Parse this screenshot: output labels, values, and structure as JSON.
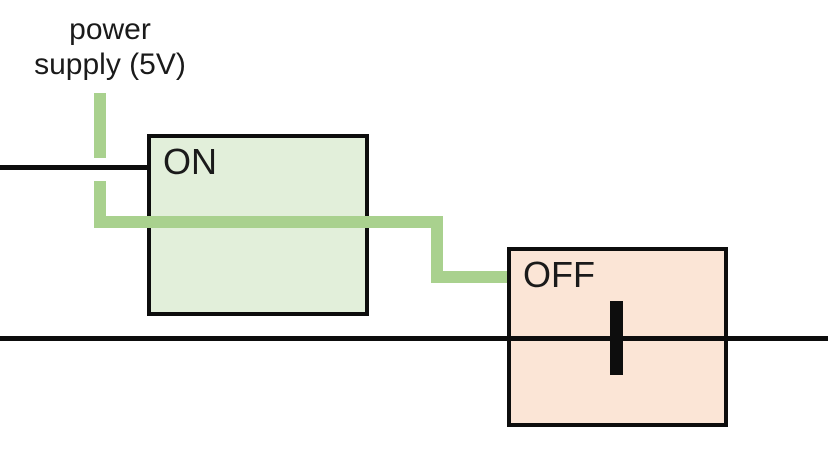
{
  "title": {
    "line1": "power",
    "line2": "supply (5V)"
  },
  "nodes": {
    "on": {
      "label": "ON"
    },
    "off": {
      "label": "OFF"
    }
  },
  "colors": {
    "background": "#FFFFFF",
    "text": "#1A1A1A",
    "wire_black": "#0D0D0D",
    "box_border": "#0D0D0D",
    "green_wire": "#A9D18E",
    "on_fill": "#E2EFDA",
    "off_fill": "#FBE5D6"
  }
}
